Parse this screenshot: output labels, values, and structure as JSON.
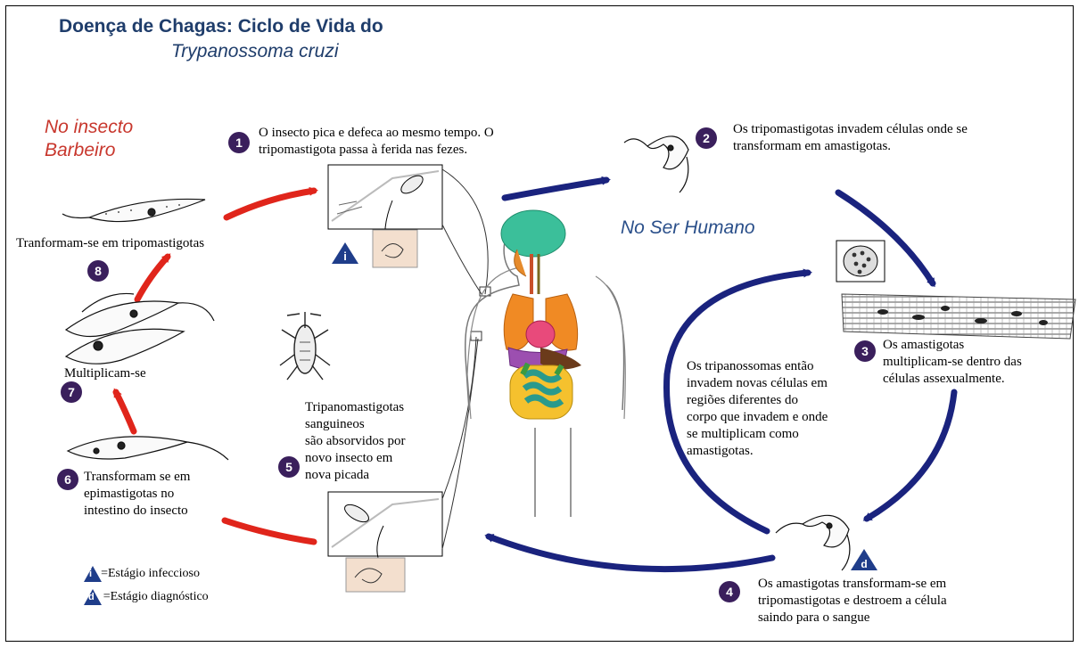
{
  "title": {
    "line1": "Doença de Chagas: Ciclo de Vida do",
    "line2": "Trypanossoma cruzi"
  },
  "zones": {
    "insect": "No insecto\nBarbeiro",
    "human": "No Ser Humano"
  },
  "steps": [
    {
      "number": "1",
      "text": "O insecto pica e defeca ao mesmo tempo. O\ntripomastigota passa à ferida nas fezes."
    },
    {
      "number": "2",
      "text": "Os tripomastigotas invadem células onde se\ntransformam em amastigotas."
    },
    {
      "number": "3",
      "text": "Os amastigotas\nmultiplicam-se  dentro das\ncélulas assexualmente."
    },
    {
      "number": "4",
      "text": "Os amastigotas transformam-se em\ntripomastigotas e destroem a célula\nsaindo para o sangue"
    },
    {
      "number": "5",
      "text": "Tripanomastigotas\nsanguineos\nsão absorvidos por\nnovo insecto em\nnova picada"
    },
    {
      "number": "6",
      "text": "Transformam se em\nepimastigotas no\nintestino do insecto"
    },
    {
      "number": "7",
      "text": "Multiplicam-se"
    },
    {
      "number": "8",
      "text": "Tranformam-se em tripomastigotas"
    }
  ],
  "inner_note": "Os tripanossomas então\ninvadem novas células em\nregiões diferentes do\ncorpo que invadem e onde\nse multiplicam como\namastigotas.",
  "legend": {
    "i_letter": "i",
    "i_text": "=Estágio infeccioso",
    "d_letter": "d",
    "d_text": "=Estágio diagnóstico"
  },
  "colors": {
    "title": "#1f3d6b",
    "badge": "#3a1f5c",
    "arrow_blue": "#1a237e",
    "arrow_red": "#e0251b",
    "zone_red": "#c8372d",
    "zone_blue": "#2a4f8a"
  }
}
